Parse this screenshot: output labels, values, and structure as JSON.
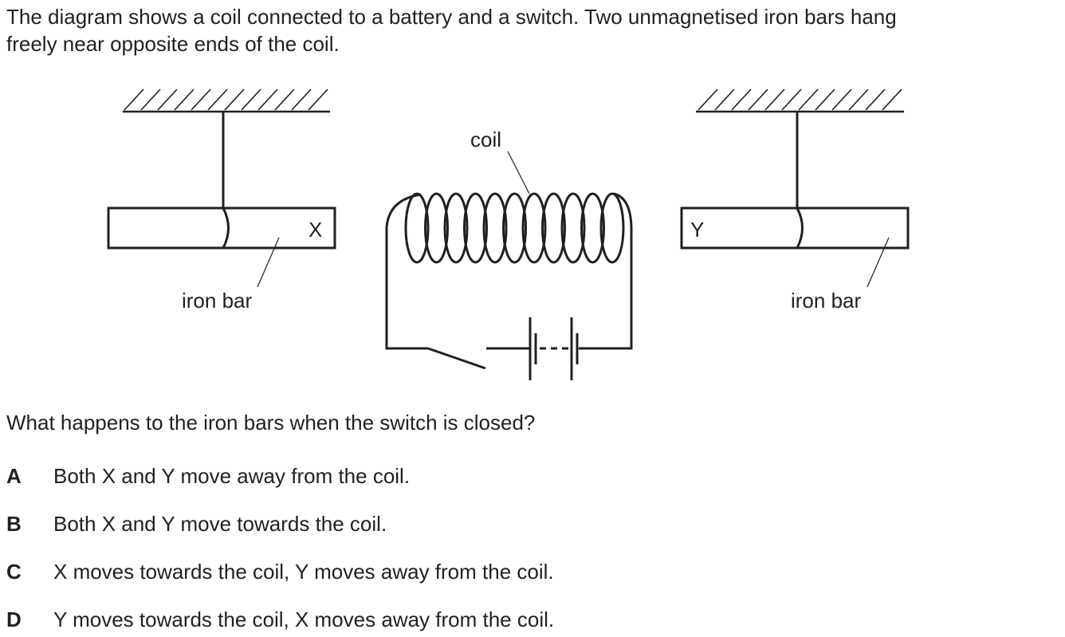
{
  "intro": {
    "line1": "The diagram shows a coil connected to a battery and a switch. Two unmagnetised iron bars hang",
    "line2": "freely near opposite ends of the coil."
  },
  "diagram": {
    "labels": {
      "coil": "coil",
      "bar_x_letter": "X",
      "bar_y_letter": "Y",
      "iron_bar_left": "iron bar",
      "iron_bar_right": "iron bar"
    },
    "coil_turns": 11
  },
  "question": "What happens to the iron bars when the switch is closed?",
  "options": [
    {
      "letter": "A",
      "text": "Both X and Y move away from the coil."
    },
    {
      "letter": "B",
      "text": "Both X and Y move towards the coil."
    },
    {
      "letter": "C",
      "text": "X moves towards the coil, Y moves away from the coil."
    },
    {
      "letter": "D",
      "text": "Y moves towards the coil, X moves away from the coil."
    }
  ]
}
